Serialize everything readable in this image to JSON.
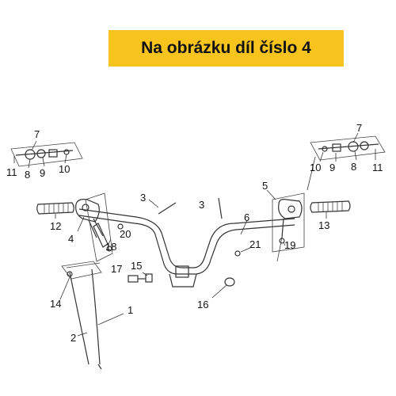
{
  "banner": {
    "text": "Na obrázku díl číslo 4"
  },
  "colors": {
    "banner_bg": "#f7c31d",
    "line": "#333333"
  },
  "parts": [
    {
      "id": "left-7",
      "label": "7"
    },
    {
      "id": "left-11",
      "label": "11"
    },
    {
      "id": "left-8",
      "label": "8"
    },
    {
      "id": "left-9",
      "label": "9"
    },
    {
      "id": "left-10",
      "label": "10"
    },
    {
      "id": "left-12",
      "label": "12"
    },
    {
      "id": "left-4",
      "label": "4"
    },
    {
      "id": "left-18",
      "label": "18"
    },
    {
      "id": "left-20",
      "label": "20"
    },
    {
      "id": "left-3",
      "label": "3"
    },
    {
      "id": "mid-3",
      "label": "3"
    },
    {
      "id": "mid-6",
      "label": "6"
    },
    {
      "id": "mid-21",
      "label": "21"
    },
    {
      "id": "mid-17",
      "label": "17"
    },
    {
      "id": "mid-15",
      "label": "15"
    },
    {
      "id": "mid-16",
      "label": "16"
    },
    {
      "id": "mid-1",
      "label": "1"
    },
    {
      "id": "left-14",
      "label": "14"
    },
    {
      "id": "left-2",
      "label": "2"
    },
    {
      "id": "right-5",
      "label": "5"
    },
    {
      "id": "right-19",
      "label": "19"
    },
    {
      "id": "right-13",
      "label": "13"
    },
    {
      "id": "right-7",
      "label": "7"
    },
    {
      "id": "right-10",
      "label": "10"
    },
    {
      "id": "right-9",
      "label": "9"
    },
    {
      "id": "right-8",
      "label": "8"
    },
    {
      "id": "right-11",
      "label": "11"
    }
  ]
}
